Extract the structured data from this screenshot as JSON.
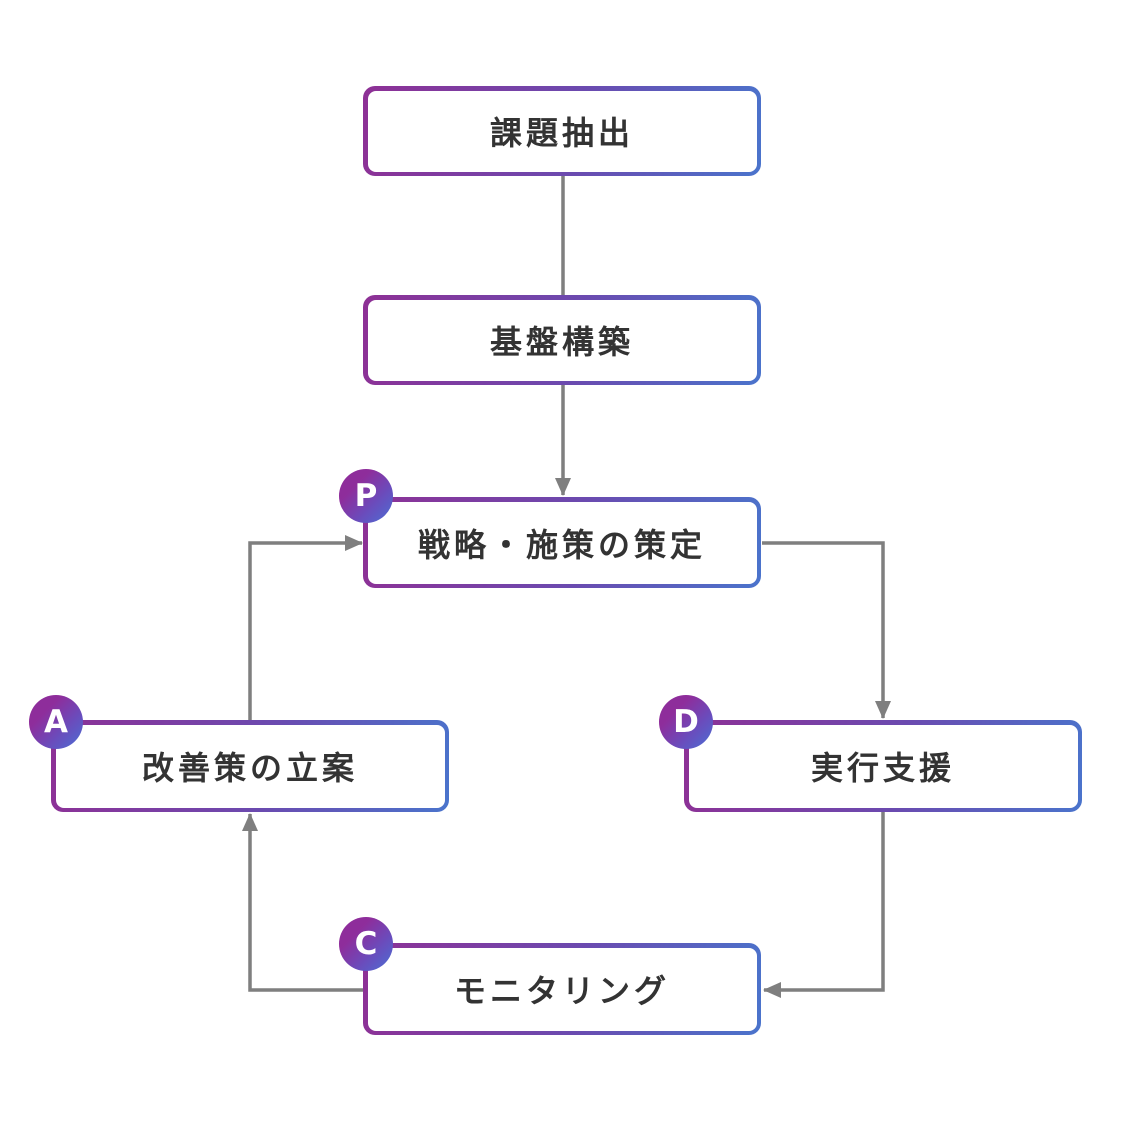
{
  "diagram": {
    "type": "flowchart",
    "background_color": "#ffffff",
    "accent_gradient_start": "#8e3095",
    "accent_gradient_end": "#4a74cc",
    "connector_color": "#7f7f7f",
    "text_color": "#333333",
    "nodes": [
      {
        "id": "issue",
        "label": "課題抽出",
        "badge": ""
      },
      {
        "id": "foundation",
        "label": "基盤構築",
        "badge": ""
      },
      {
        "id": "plan",
        "label": "戦略・施策の策定",
        "badge": "P"
      },
      {
        "id": "act",
        "label": "改善策の立案",
        "badge": "A"
      },
      {
        "id": "do",
        "label": "実行支援",
        "badge": "D"
      },
      {
        "id": "check",
        "label": "モニタリング",
        "badge": "C"
      }
    ],
    "connections": [
      {
        "from": "issue",
        "to": "foundation",
        "arrowhead": false
      },
      {
        "from": "foundation",
        "to": "plan",
        "arrowhead": true
      },
      {
        "from": "plan",
        "to": "do",
        "arrowhead": true
      },
      {
        "from": "do",
        "to": "check",
        "arrowhead": true
      },
      {
        "from": "check",
        "to": "act",
        "arrowhead": true
      },
      {
        "from": "act",
        "to": "plan",
        "arrowhead": true
      }
    ]
  }
}
